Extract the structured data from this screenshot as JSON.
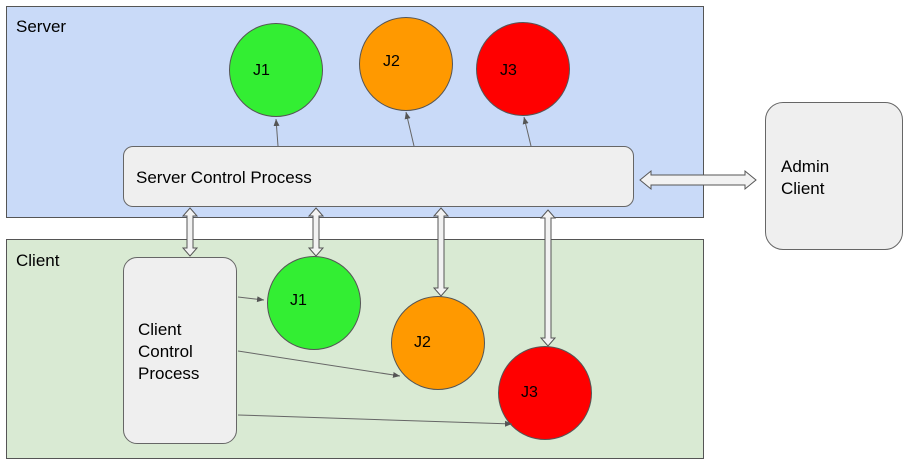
{
  "colors": {
    "server_region": "#c9daf8",
    "client_region": "#d9ead3",
    "job_green": "#33ee33",
    "job_orange": "#ff9900",
    "job_red": "#ff0000",
    "box_fill": "#efefef"
  },
  "server": {
    "label": "Server",
    "control_process": "Server Control Process",
    "jobs": [
      "J1",
      "J2",
      "J3"
    ]
  },
  "client": {
    "label": "Client",
    "control_process": "Client\nControl\nProcess",
    "jobs": [
      "J1",
      "J2",
      "J3"
    ]
  },
  "admin": {
    "label": "Admin\nClient"
  }
}
